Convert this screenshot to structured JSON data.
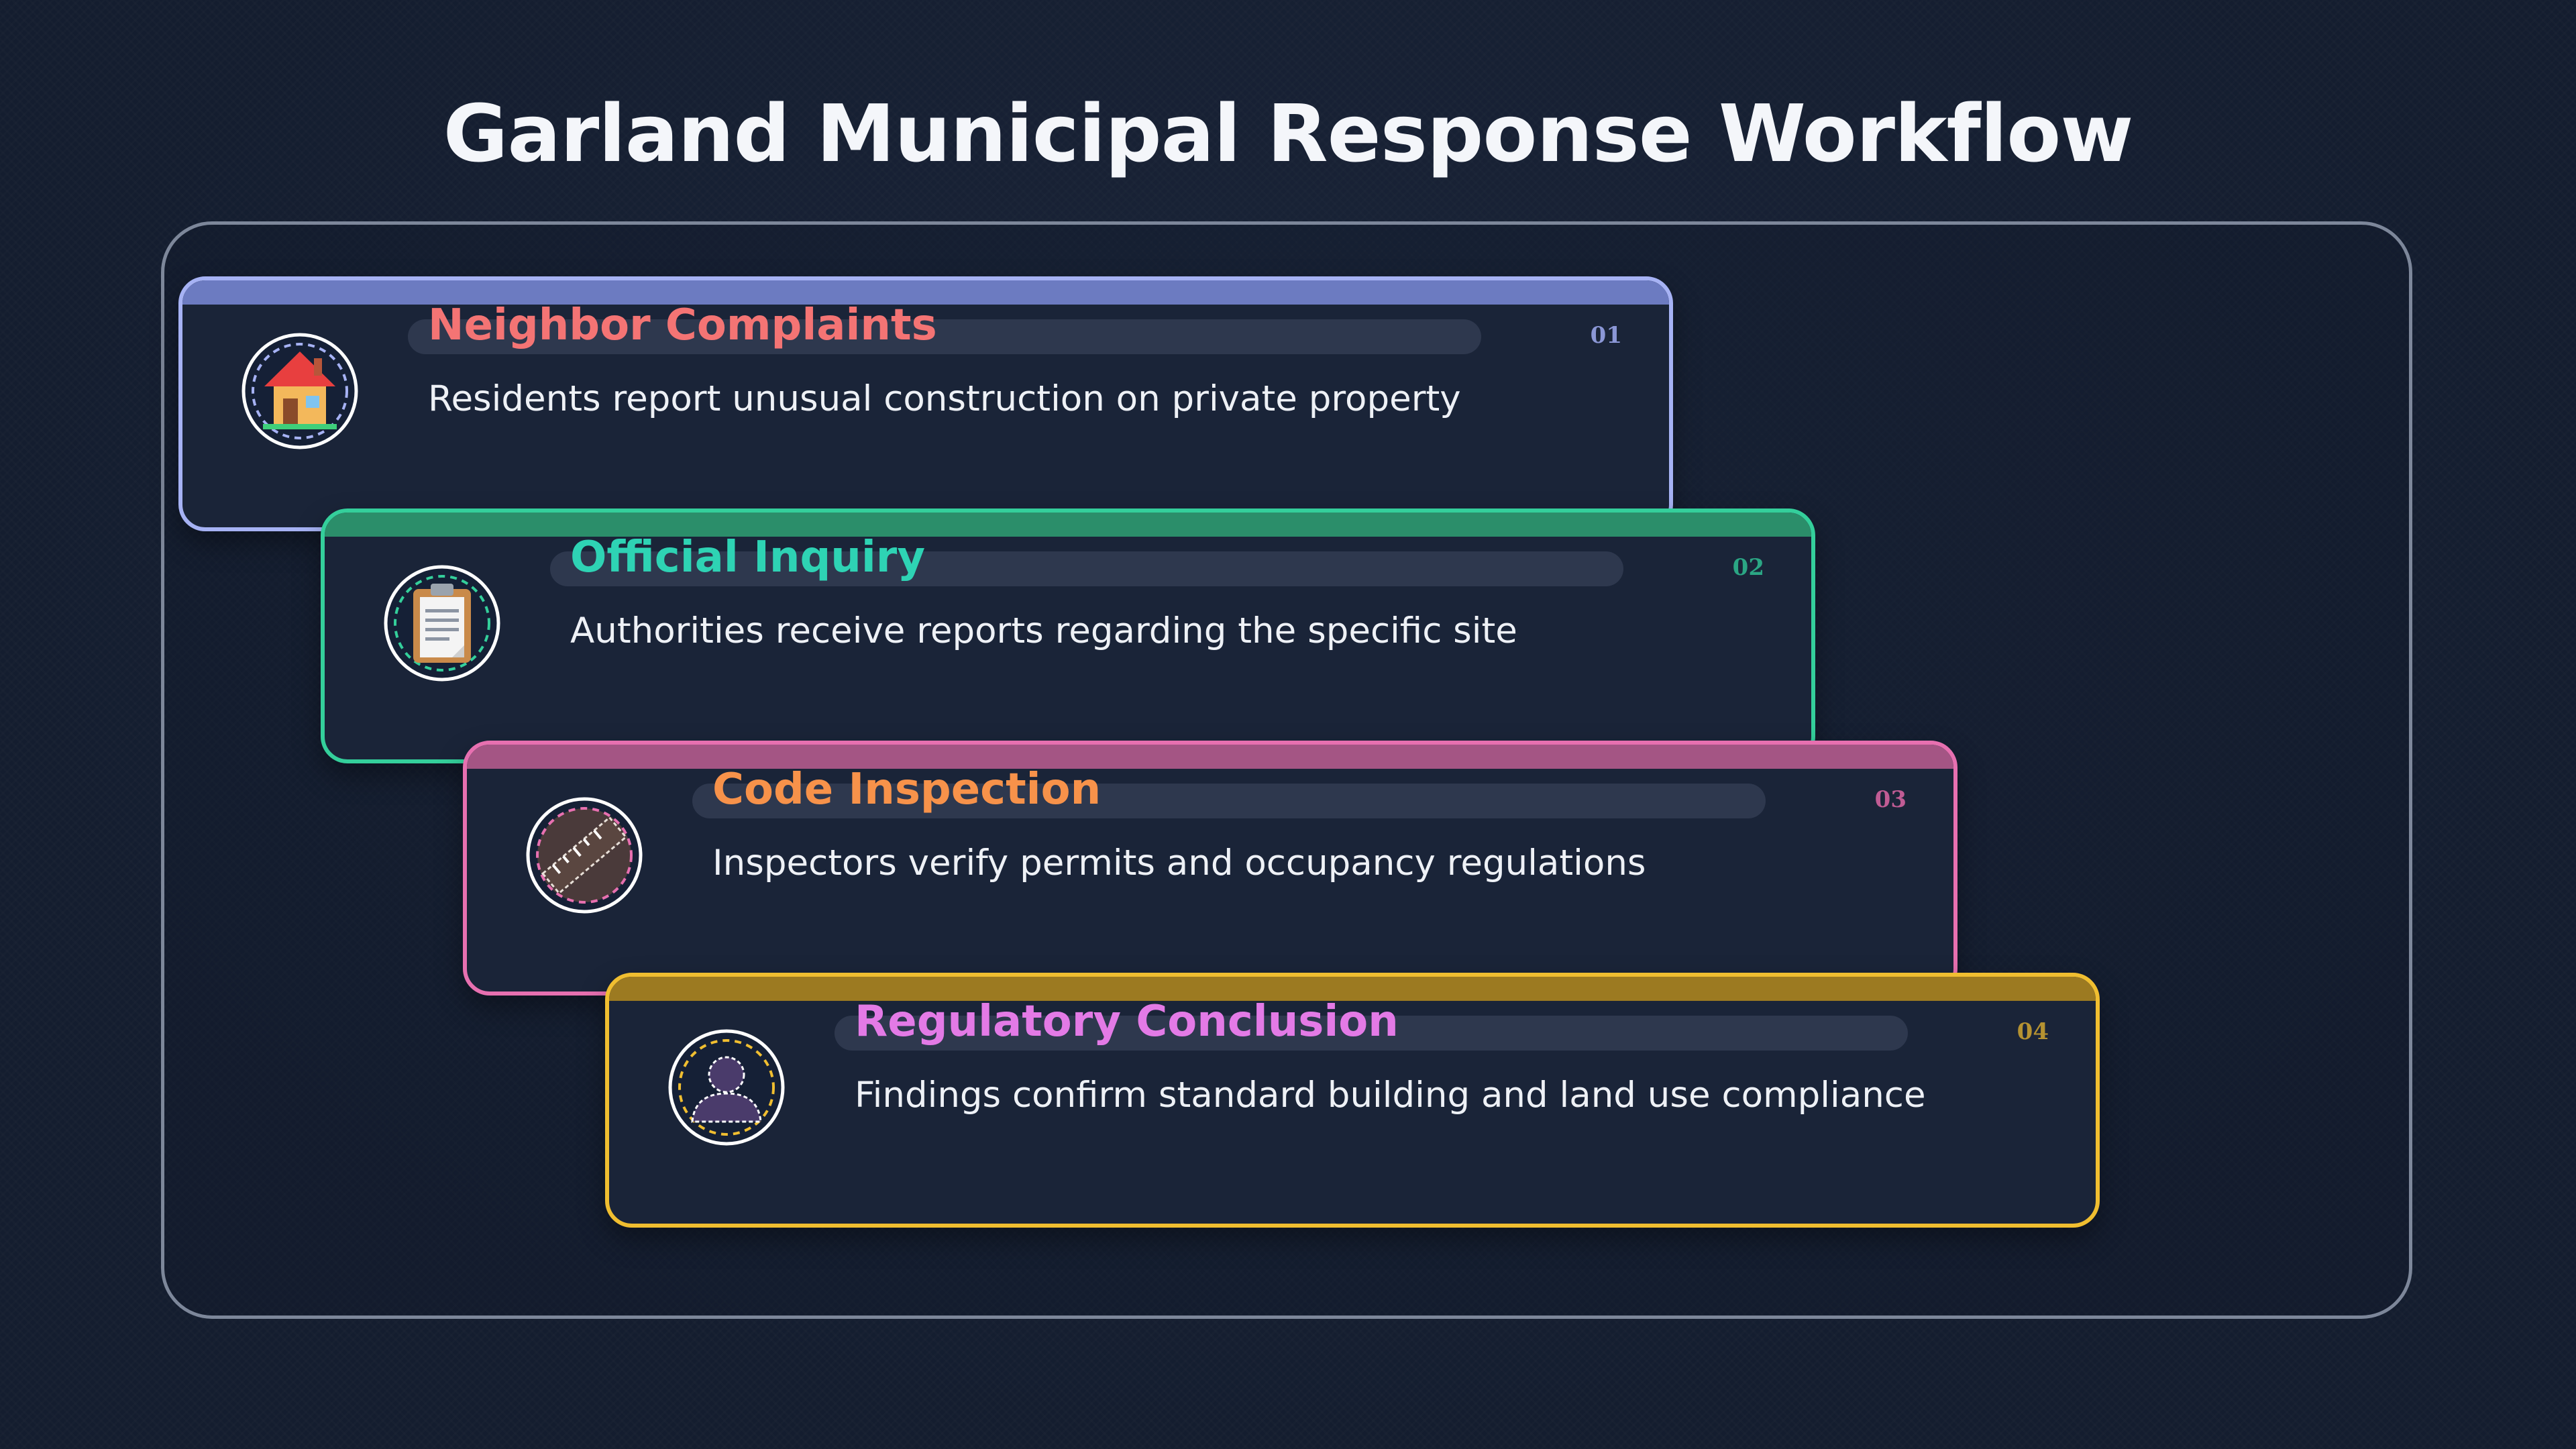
{
  "title": "Garland Municipal Response Workflow",
  "steps": [
    {
      "number": "01",
      "heading": "Neighbor Complaints",
      "description": "Residents report unusual construction on private property",
      "icon": "house-icon",
      "accent": "#a6b2f4"
    },
    {
      "number": "02",
      "heading": "Official Inquiry",
      "description": "Authorities receive reports regarding the specific site",
      "icon": "clipboard-icon",
      "accent": "#34cf9b"
    },
    {
      "number": "03",
      "heading": "Code Inspection",
      "description": "Inspectors verify permits and occupancy regulations",
      "icon": "ruler-icon",
      "accent": "#e770b0"
    },
    {
      "number": "04",
      "heading": "Regulatory Conclusion",
      "description": "Findings confirm standard building and land use compliance",
      "icon": "person-silhouette-icon",
      "accent": "#f0be30"
    }
  ]
}
